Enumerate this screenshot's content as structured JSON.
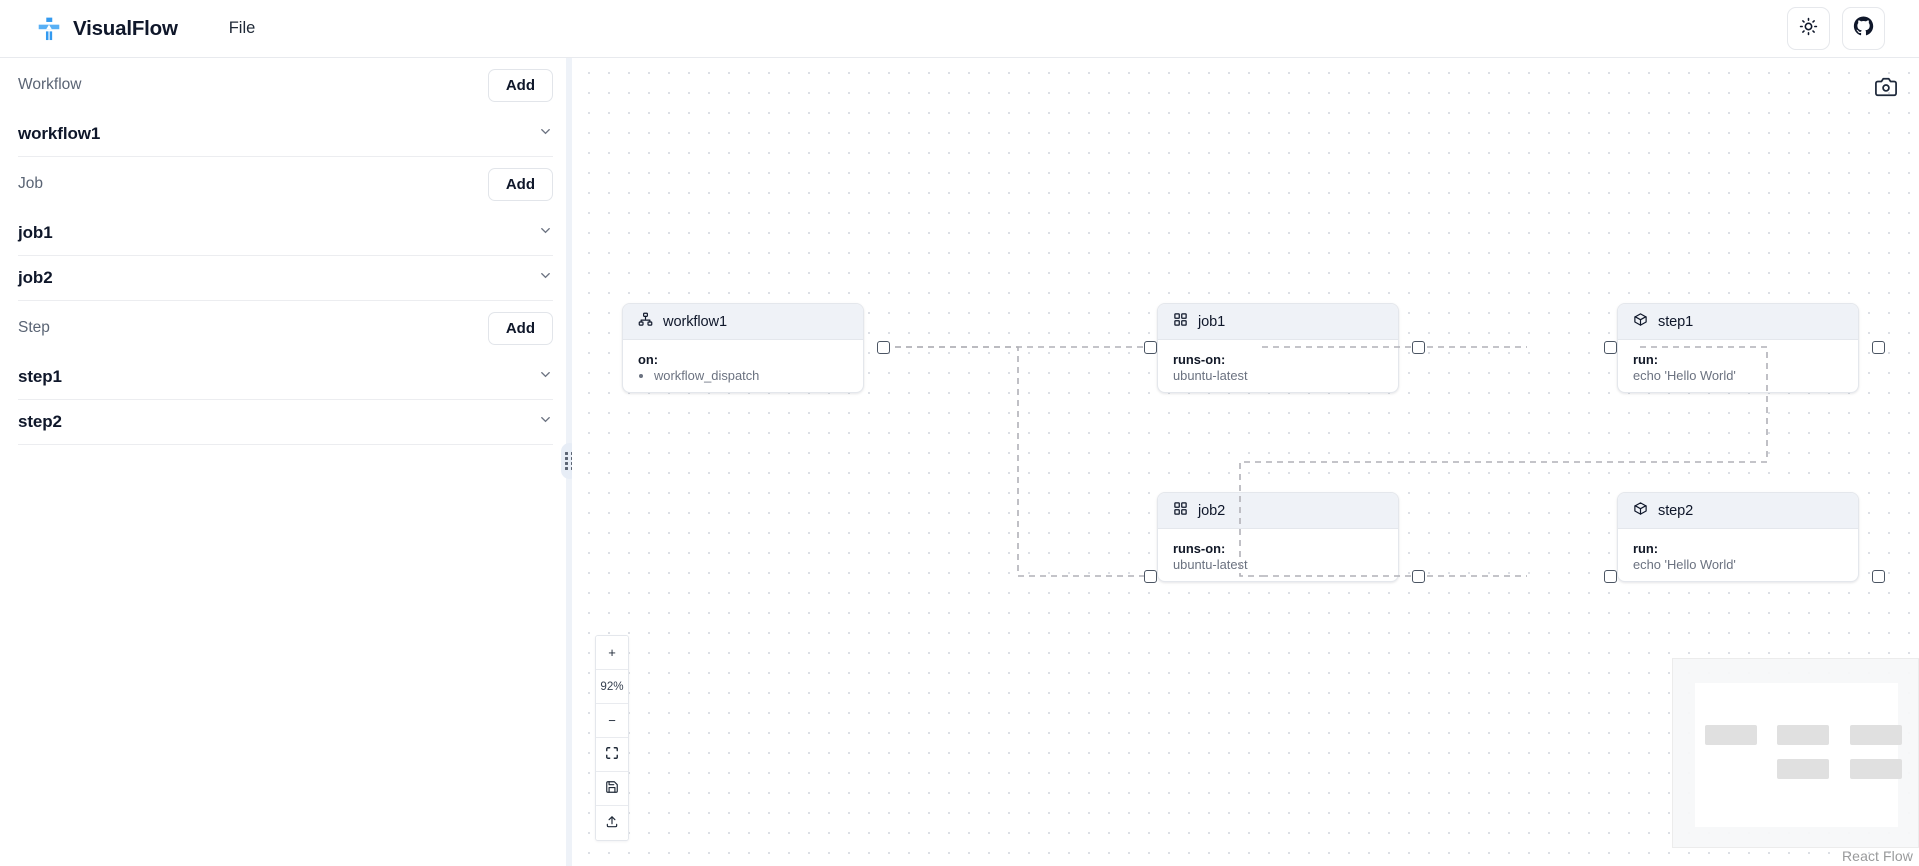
{
  "app": {
    "brand_name": "VisualFlow",
    "logo_icon": "hierarchy-logo-icon",
    "menu": [
      {
        "label": "File",
        "name": "menu-file"
      }
    ],
    "actions": [
      {
        "name": "theme-toggle-button",
        "icon": "sun-icon"
      },
      {
        "name": "github-link-button",
        "icon": "github-icon"
      }
    ]
  },
  "sidebar": {
    "sections": [
      {
        "label": "Workflow",
        "add_label": "Add",
        "add_name": "add-workflow-button",
        "items": [
          {
            "label": "workflow1"
          }
        ]
      },
      {
        "label": "Job",
        "add_label": "Add",
        "add_name": "add-job-button",
        "items": [
          {
            "label": "job1"
          },
          {
            "label": "job2"
          }
        ]
      },
      {
        "label": "Step",
        "add_label": "Add",
        "add_name": "add-step-button",
        "items": [
          {
            "label": "step1"
          },
          {
            "label": "step2"
          }
        ]
      }
    ],
    "resize_handle": "sidebar-resize-handle"
  },
  "canvas": {
    "screenshot_icon": "camera-icon",
    "nodes": [
      {
        "id": "workflow1",
        "title": "workflow1",
        "icon": "hierarchy-icon",
        "kind": "workflow",
        "key": "on:",
        "bullets": [
          "workflow_dispatch"
        ],
        "value": ""
      },
      {
        "id": "job1",
        "title": "job1",
        "icon": "grid-icon",
        "kind": "job",
        "key": "runs-on:",
        "value": "ubuntu-latest",
        "bullets": []
      },
      {
        "id": "step1",
        "title": "step1",
        "icon": "cube-icon",
        "kind": "step",
        "key": "run:",
        "value": "echo 'Hello World'",
        "bullets": []
      },
      {
        "id": "job2",
        "title": "job2",
        "icon": "grid-icon",
        "kind": "job",
        "key": "runs-on:",
        "value": "ubuntu-latest",
        "bullets": []
      },
      {
        "id": "step2",
        "title": "step2",
        "icon": "cube-icon",
        "kind": "step",
        "key": "run:",
        "value": "echo 'Hello World'",
        "bullets": []
      }
    ],
    "controls": {
      "zoom_in_label": "+",
      "zoom_level": "92%",
      "zoom_out_label": "−",
      "fit_view_icon": "fit-view-icon",
      "save_icon": "save-icon",
      "export_icon": "export-icon"
    },
    "minimap": {
      "attribution": "React Flow"
    }
  },
  "colors": {
    "brand_blue": "#339af0",
    "node_header": "#eff2f7",
    "border": "#e4e7ec",
    "text": "#0f172a",
    "muted": "#6b7280"
  }
}
